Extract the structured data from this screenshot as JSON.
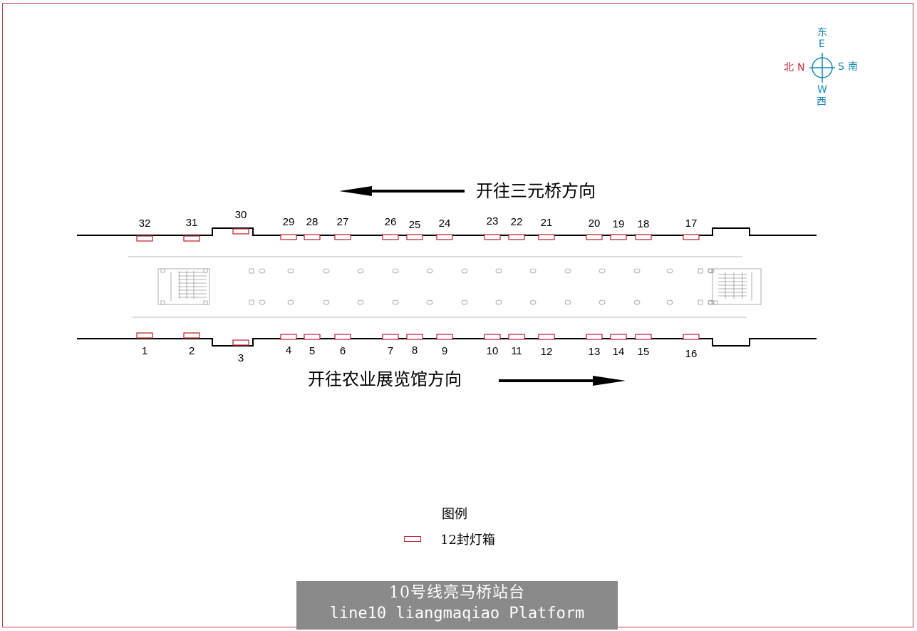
{
  "compass": {
    "east_cn": "东",
    "east_en": "E",
    "north_cn": "北",
    "north_en": "N",
    "south_en": "S",
    "south_cn": "南",
    "west_en": "W",
    "west_cn": "西",
    "color_ew_s": "#1a86b8",
    "color_north": "#c0283a"
  },
  "directions": {
    "top": "开往三元桥方向",
    "bottom": "开往农业展览馆方向"
  },
  "lightboxes": {
    "top_numbers": [
      "32",
      "31",
      "30",
      "29",
      "28",
      "27",
      "26",
      "25",
      "24",
      "23",
      "22",
      "21",
      "20",
      "19",
      "18",
      "17"
    ],
    "bottom_numbers": [
      "1",
      "2",
      "3",
      "4",
      "5",
      "6",
      "7",
      "8",
      "9",
      "10",
      "11",
      "12",
      "13",
      "14",
      "15",
      "16"
    ],
    "color": "#c0283a"
  },
  "legend": {
    "title": "图例",
    "item_label": "12封灯箱"
  },
  "title": {
    "cn": "10号线亮马桥站台",
    "en": "line10 liangmaqiao Platform"
  }
}
